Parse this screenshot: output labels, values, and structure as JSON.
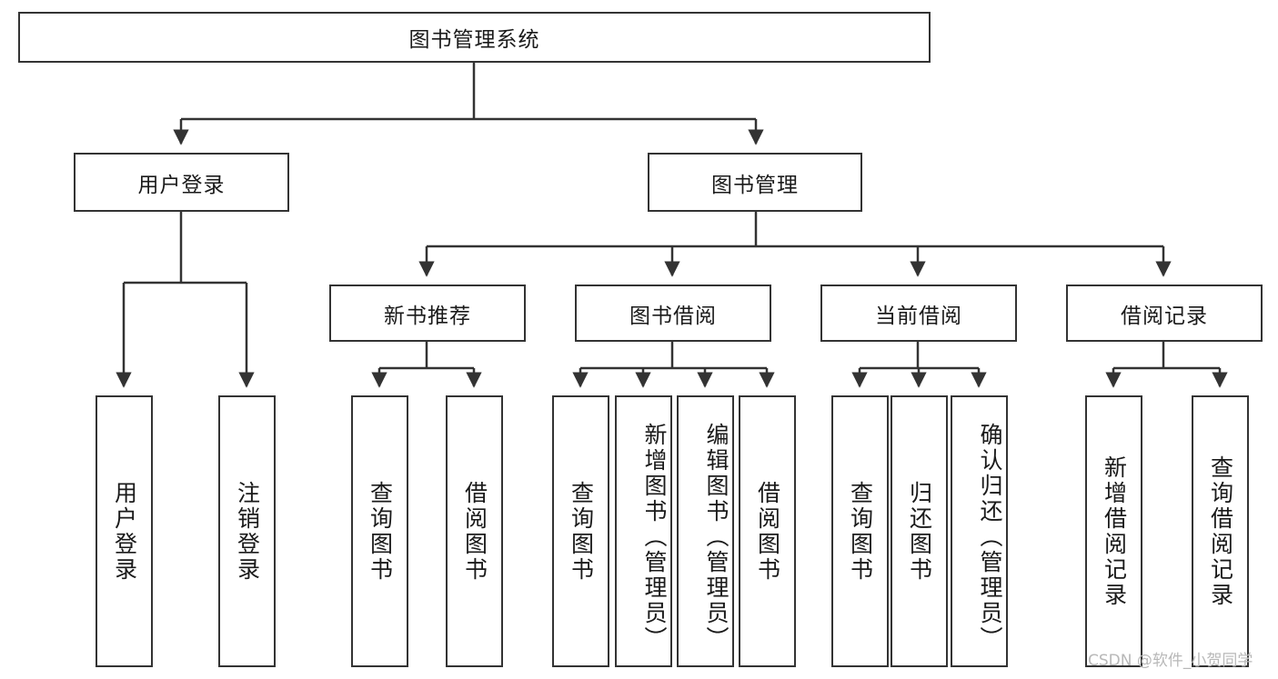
{
  "diagram": {
    "type": "tree",
    "title": "图书管理系统",
    "root": {
      "label": "图书管理系统"
    },
    "level1": [
      {
        "label": "用户登录"
      },
      {
        "label": "图书管理"
      }
    ],
    "level2": [
      {
        "label": "新书推荐"
      },
      {
        "label": "图书借阅"
      },
      {
        "label": "当前借阅"
      },
      {
        "label": "借阅记录"
      }
    ],
    "leaves": {
      "user_login": [
        {
          "label": "用户登录"
        },
        {
          "label": "注销登录"
        }
      ],
      "new_book_recommend": [
        {
          "label": "查询图书"
        },
        {
          "label": "借阅图书"
        }
      ],
      "book_borrow": [
        {
          "label": "查询图书"
        },
        {
          "label": "新增图书（管理员）"
        },
        {
          "label": "编辑图书（管理员）"
        },
        {
          "label": "借阅图书"
        }
      ],
      "current_borrow": [
        {
          "label": "查询图书"
        },
        {
          "label": "归还图书"
        },
        {
          "label": "确认归还（管理员）"
        }
      ],
      "borrow_record": [
        {
          "label": "新增借阅记录"
        },
        {
          "label": "查询借阅记录"
        }
      ]
    }
  },
  "watermark": {
    "text": "CSDN @软件_小贺同学"
  },
  "colors": {
    "border": "#333333",
    "background": "#ffffff",
    "text": "#1a1a1a",
    "watermark": "#b8b8b8"
  }
}
